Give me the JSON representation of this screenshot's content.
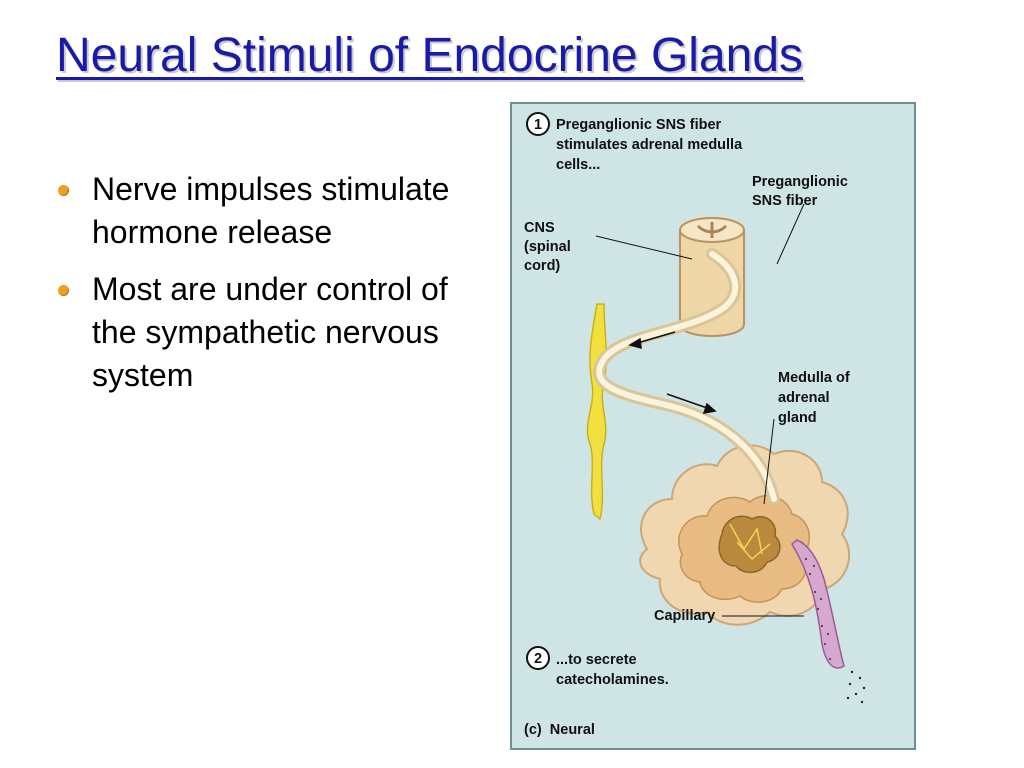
{
  "slide": {
    "title": "Neural Stimuli of Endocrine Glands",
    "bullets": [
      "Nerve impulses stimulate hormone release",
      "Most are under control of the sympathetic nervous system"
    ]
  },
  "figure": {
    "step1_number": "1",
    "step1_lines": [
      "Preganglionic SNS fiber",
      "stimulates adrenal medulla",
      "cells..."
    ],
    "preganglionic_lines": [
      "Preganglionic",
      "SNS fiber"
    ],
    "cns_lines": [
      "CNS",
      "(spinal",
      "cord)"
    ],
    "medulla_lines": [
      "Medulla of",
      "adrenal",
      "gland"
    ],
    "capillary": "Capillary",
    "step2_number": "2",
    "step2_lines": [
      "...to secrete",
      "catecholamines."
    ],
    "caption": "(c)  Neural"
  }
}
